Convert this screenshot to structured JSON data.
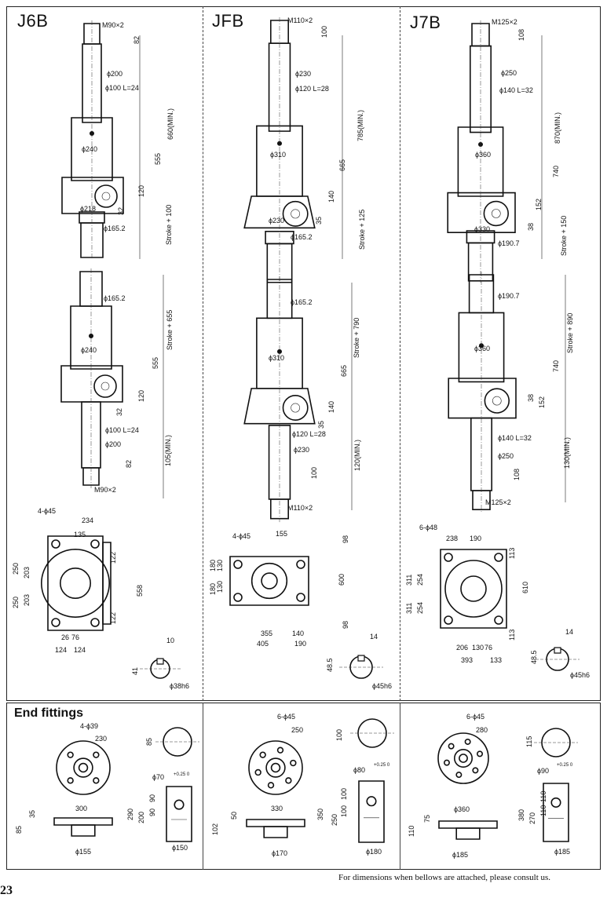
{
  "columns": [
    {
      "title": "J6B",
      "up": {
        "thread": "M90×2",
        "top_len": "82",
        "d_collar": "ϕ200",
        "key": "ϕ100 L=24",
        "body_d": "ϕ240",
        "min_len": "660(MIN.)",
        "h": "555",
        "h2": "120",
        "gear_d": "ϕ218",
        "off": "32",
        "tube": "ϕ165.2",
        "stroke": "Stroke + 100"
      },
      "down": {
        "tube": "ϕ165.2",
        "stroke": "Stroke + 655",
        "body_d": "ϕ240",
        "h": "555",
        "h2": "120",
        "off": "32",
        "key": "ϕ100 L=24",
        "d_collar": "ϕ200",
        "min_len": "105(MIN.)",
        "bot_len": "82",
        "thread": "M90×2"
      },
      "plan": {
        "holes": "4-ϕ45",
        "w1": "234",
        "w2": "135",
        "a": "122",
        "b": "122",
        "l1": "250",
        "l2": "203",
        "l3": "250",
        "l4": "203",
        "total": "558",
        "p1": "26",
        "p2": "76",
        "p3": "124",
        "p4": "124"
      },
      "key": {
        "w": "10",
        "h": "41",
        "d": "ϕ38h6"
      }
    },
    {
      "title": "JFB",
      "up": {
        "thread": "M110×2",
        "top_len": "100",
        "d_collar": "ϕ230",
        "key": "ϕ120 L=28",
        "body_d": "ϕ310",
        "min_len": "785(MIN.)",
        "h": "665",
        "h2": "140",
        "gear_d": "ϕ230",
        "off": "35",
        "tube": "ϕ165.2",
        "stroke": "Stroke + 125"
      },
      "down": {
        "tube": "ϕ165.2",
        "stroke": "Stroke + 790",
        "body_d": "ϕ310",
        "h": "665",
        "h2": "140",
        "off": "35",
        "key": "ϕ120 L=28",
        "d_collar": "ϕ230",
        "min_len": "120(MIN.)",
        "bot_len": "100",
        "thread": "M110×2"
      },
      "plan": {
        "holes": "4-ϕ45",
        "w1": "155",
        "a": "98",
        "b": "98",
        "l1": "180",
        "l2": "130",
        "l3": "130",
        "l4": "180",
        "total": "600",
        "p1": "355",
        "p2": "140",
        "p3": "405",
        "p4": "190"
      },
      "key": {
        "w": "14",
        "h": "48.5",
        "d": "ϕ45h6"
      }
    },
    {
      "title": "J7B",
      "up": {
        "thread": "M125×2",
        "top_len": "108",
        "d_collar": "ϕ250",
        "key": "ϕ140 L=32",
        "body_d": "ϕ360",
        "min_len": "870(MIN.)",
        "h": "740",
        "h2": "152",
        "gear_d": "ϕ330",
        "off": "38",
        "tube": "ϕ190.7",
        "stroke": "Stroke + 150"
      },
      "down": {
        "tube": "ϕ190.7",
        "stroke": "Stroke + 890",
        "body_d": "ϕ360",
        "h": "740",
        "h2": "152",
        "off": "38",
        "key": "ϕ140 L=32",
        "d_collar": "ϕ250",
        "min_len": "130(MIN.)",
        "bot_len": "108",
        "thread": "M125×2"
      },
      "plan": {
        "holes": "6-ϕ48",
        "w1": "238",
        "w2": "190",
        "a": "113",
        "b": "113",
        "l1": "311",
        "l2": "254",
        "l3": "311",
        "l4": "254",
        "total": "610",
        "p1": "206",
        "p2": "130",
        "p3": "76",
        "p4": "393",
        "p5": "133"
      },
      "key": {
        "w": "14",
        "h": "48.5",
        "d": "ϕ45h6"
      }
    }
  ],
  "end_fittings": {
    "title": "End fittings",
    "items": [
      {
        "holes": "4-ϕ39",
        "pcd": "230",
        "plate_w": "300",
        "plate_t": "35",
        "plate_h": "85",
        "boss": "ϕ155",
        "rod": "85",
        "clevis_d": "ϕ70",
        "clevis_tol": "+0.25 0",
        "c1": "290",
        "c2": "200",
        "c3": "90",
        "c4": "90",
        "c_bot": "ϕ150"
      },
      {
        "holes": "6-ϕ45",
        "pcd": "250",
        "plate_w": "330",
        "plate_t": "50",
        "plate_h": "102",
        "boss": "ϕ170",
        "rod": "100",
        "clevis_d": "ϕ80",
        "clevis_tol": "+0.25 0",
        "c1": "350",
        "c2": "250",
        "c3": "100",
        "c4": "100",
        "c_bot": "ϕ180"
      },
      {
        "holes": "6-ϕ45",
        "pcd": "280",
        "plate_w": "ϕ360",
        "plate_t": "75",
        "plate_h": "110",
        "boss": "ϕ185",
        "rod": "115",
        "clevis_d": "ϕ90",
        "clevis_tol": "+0.25 0",
        "c1": "380",
        "c2": "270",
        "c3": "110",
        "c4": "110",
        "c_bot": "ϕ185"
      }
    ]
  },
  "footer": {
    "note": "For dimensions when bellows are attached, please consult us.",
    "page": "23"
  }
}
